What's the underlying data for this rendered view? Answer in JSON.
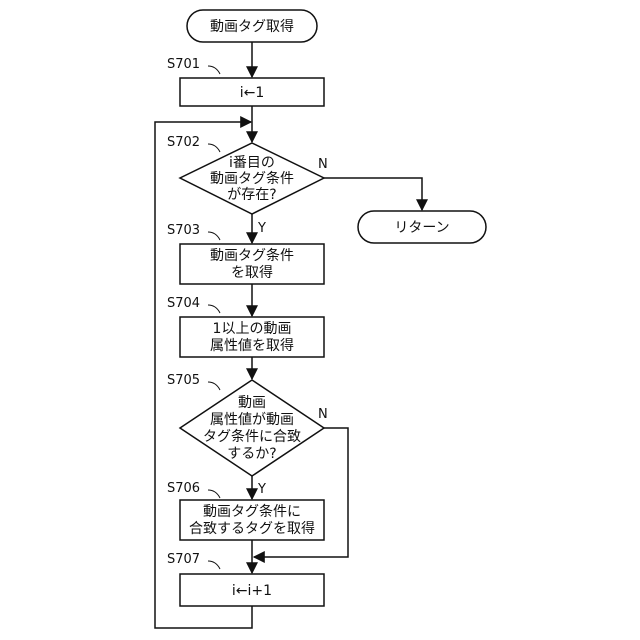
{
  "nodes": {
    "start": {
      "label": "動画タグ取得"
    },
    "s701": {
      "step": "S701",
      "lines": [
        "i←1"
      ]
    },
    "s702": {
      "step": "S702",
      "lines": [
        "i番目の",
        "動画タグ条件",
        "が存在?"
      ]
    },
    "ret": {
      "label": "リターン"
    },
    "s703": {
      "step": "S703",
      "lines": [
        "動画タグ条件",
        "を取得"
      ]
    },
    "s704": {
      "step": "S704",
      "lines": [
        "1以上の動画",
        "属性値を取得"
      ]
    },
    "s705": {
      "step": "S705",
      "lines": [
        "動画",
        "属性値が動画",
        "タグ条件に合致",
        "するか?"
      ]
    },
    "s706": {
      "step": "S706",
      "lines": [
        "動画タグ条件に",
        "合致するタグを取得"
      ]
    },
    "s707": {
      "step": "S707",
      "lines": [
        "i←i+1"
      ]
    }
  },
  "branch_labels": {
    "yes": "Y",
    "no": "N"
  }
}
